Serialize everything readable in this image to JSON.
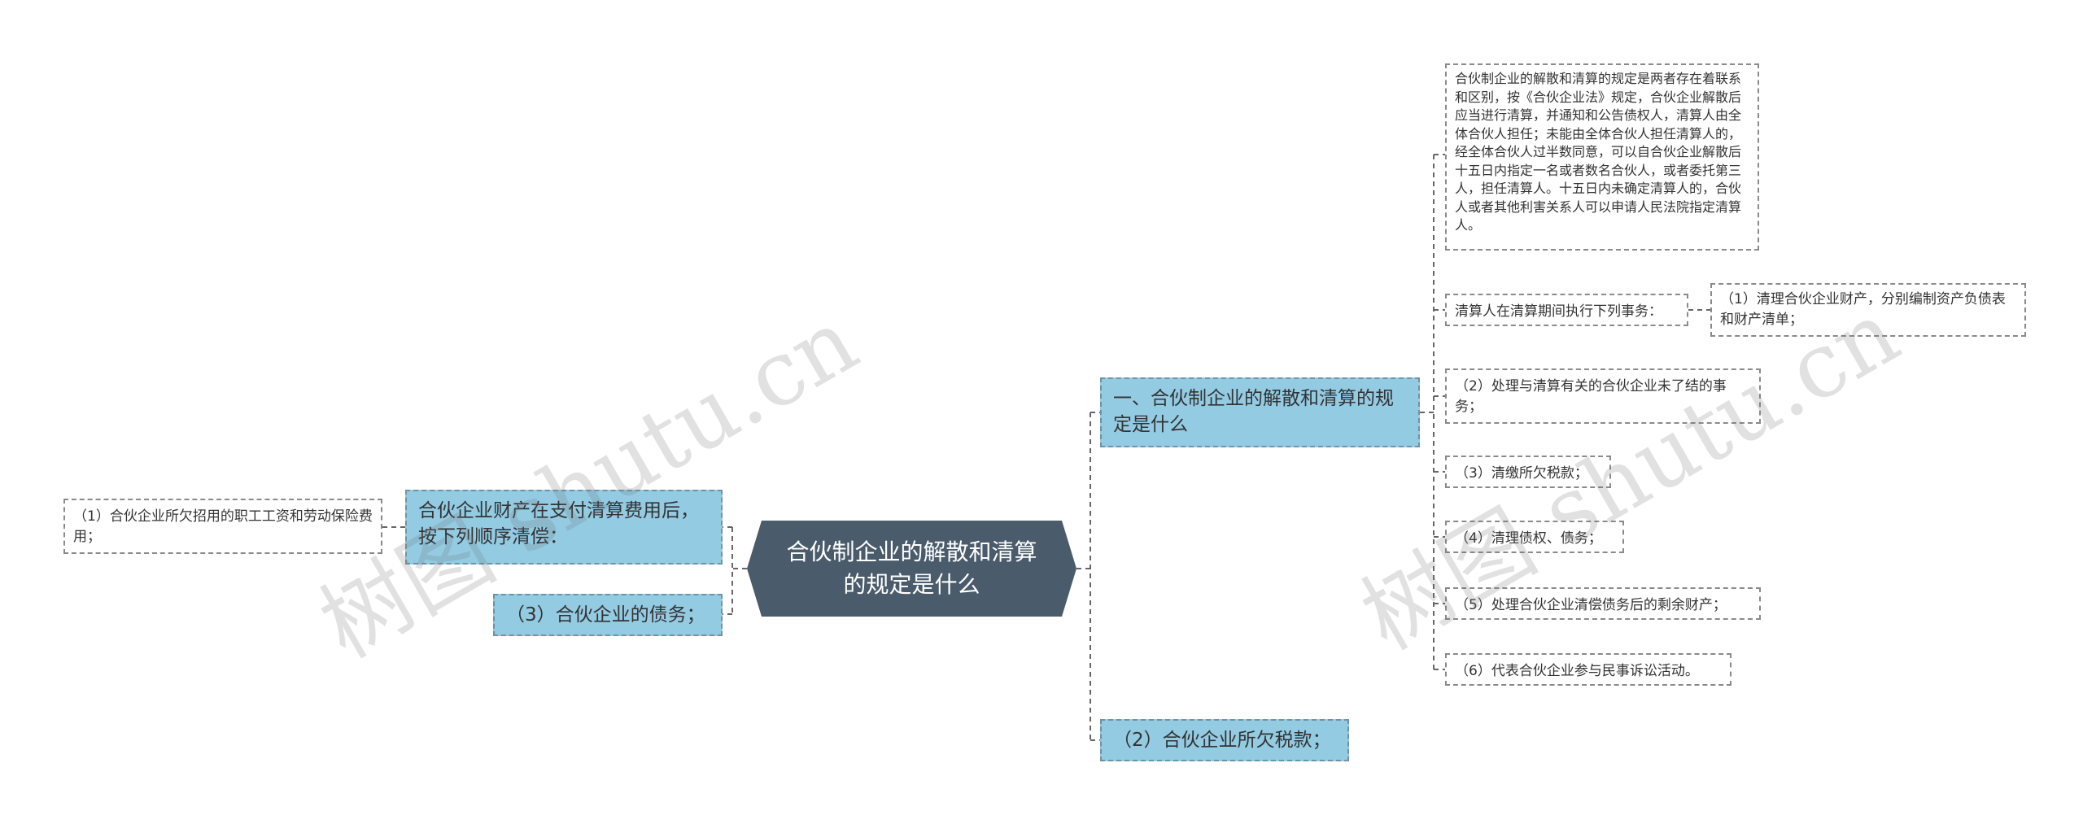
{
  "root": {
    "label": "合伙制企业的解散和清算的规定是什么"
  },
  "left": {
    "property_order": "合伙企业财产在支付清算费用后，按下列顺序清偿：",
    "item1": "（1）合伙企业所欠招用的职工工资和劳动保险费用；",
    "item3": "（3）合伙企业的债务；"
  },
  "right": {
    "section1": "一、合伙制企业的解散和清算的规定是什么",
    "item2": "（2）合伙企业所欠税款；",
    "detail": "合伙制企业的解散和清算的规定是两者存在着联系和区别，按《合伙企业法》规定，合伙企业解散后应当进行清算，并通知和公告债权人，清算人由全体合伙人担任；未能由全体合伙人担任清算人的，经全体合伙人过半数同意，可以自合伙企业解散后十五日内指定一名或者数名合伙人，或者委托第三人，担任清算人。十五日内未确定清算人的，合伙人或者其他利害关系人可以申请人民法院指定清算人。",
    "duties_intro": "清算人在清算期间执行下列事务：",
    "duty1": "（1）清理合伙企业财产，分别编制资产负债表和财产清单；",
    "duty2": "（2）处理与清算有关的合伙企业未了结的事务；",
    "duty3": "（3）清缴所欠税款；",
    "duty4": "（4）清理债权、债务；",
    "duty5": "（5）处理合伙企业清偿债务后的剩余财产；",
    "duty6": "（6）代表合伙企业参与民事诉讼活动。"
  },
  "watermarks": [
    "树图 shutu.cn",
    "树图 shutu.cn"
  ]
}
